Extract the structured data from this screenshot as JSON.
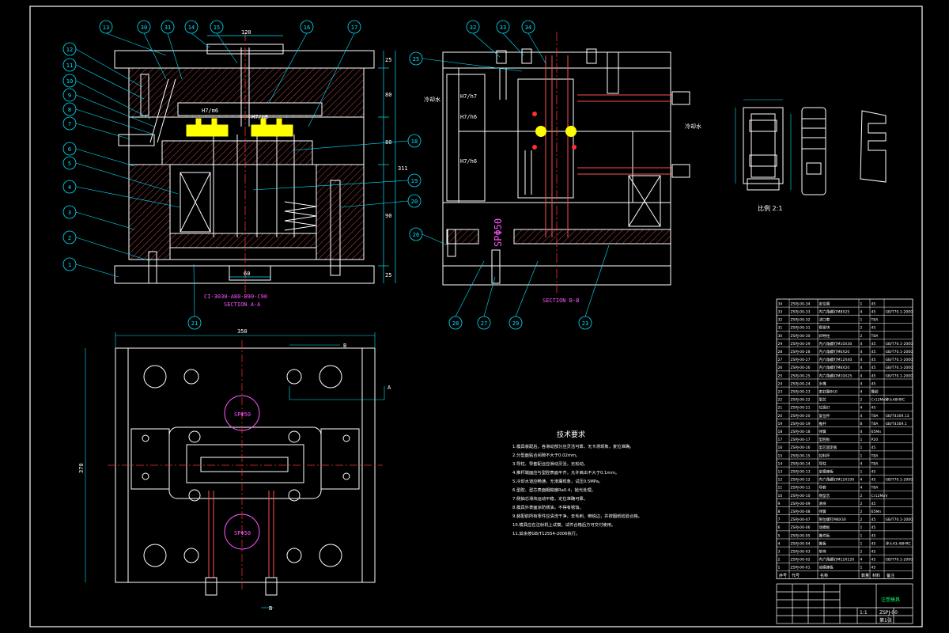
{
  "section_a": {
    "caption": "SECTION A-A",
    "subcaption": "CI-3030-A80-B90-C90",
    "balloons": [
      "13",
      "30",
      "31",
      "14",
      "15",
      "16",
      "17",
      "12",
      "11",
      "10",
      "9",
      "8",
      "7",
      "6",
      "5",
      "4",
      "3",
      "2",
      "1",
      "18",
      "19",
      "20",
      "21"
    ],
    "dims": {
      "top": "120",
      "bottom": "60",
      "h1": "25",
      "h2": "80",
      "h3": "80",
      "h4": "90",
      "h5": "25",
      "total": "311"
    },
    "fits": [
      "H7/m6",
      "H7/m6"
    ]
  },
  "section_b": {
    "caption": "SECTION B-B",
    "balloons": [
      "32",
      "33",
      "34",
      "25",
      "26",
      "28",
      "27",
      "29",
      "23"
    ],
    "fits": [
      "H7/h7",
      "H7/h6",
      "H7/h6"
    ],
    "label_left": "冷却水",
    "label_right": "冷却水",
    "spru_mark": "SPΦ50"
  },
  "plan_view": {
    "width_dim": "350",
    "height_dim": "370",
    "sp_upper": "SPΦ50",
    "sp_lower": "SPΦ50",
    "arrow_b": "B",
    "arrow_a": "A"
  },
  "part_detail": {
    "scale_note": "比例 2:1"
  },
  "tech_requirements": {
    "title": "技术要求",
    "lines": [
      "1.模具装配后，各滑动部分应灵活可靠，无卡滞现象，复位准确。",
      "2.分型面贴合间隙不大于0.02mm。",
      "3.导柱、导套配合应滑动灵活，无松动。",
      "4.推杆端面应与型腔表面平齐，允许高出不大于0.1mm。",
      "5.冷却水道应畅通，无渗漏现象，试压0.5MPa。",
      "6.型腔、型芯表面粗糙度Ra0.4，抛光处理。",
      "7.侧抽芯滑块运动平稳，定位准确可靠。",
      "8.模具外表面涂防锈油，不得有锈蚀。",
      "9.装配前所有零件应清洗干净，去毛刺、倒锐边，并按图纸检验合格。",
      "10.模具应在注射机上试模，试件合格后方可交付使用。",
      "11.其余按GB/T12554-2006执行。"
    ]
  },
  "parts_list": {
    "rows": [
      [
        "34",
        "ZSPJ-00-34",
        "定位圈",
        "1",
        "45",
        ""
      ],
      [
        "33",
        "ZSPJ-00-33",
        "内六角螺钉M8X25",
        "4",
        "45",
        "GB/T70.1-2000"
      ],
      [
        "32",
        "ZSPJ-00-32",
        "浇口套",
        "1",
        "T8A",
        ""
      ],
      [
        "31",
        "ZSPJ-00-31",
        "楔紧块",
        "2",
        "45",
        ""
      ],
      [
        "30",
        "ZSPJ-00-30",
        "斜导柱",
        "2",
        "T8A",
        ""
      ],
      [
        "29",
        "ZSPJ-00-29",
        "内六角螺钉M10X30",
        "4",
        "45",
        "GB/T70.1-2000"
      ],
      [
        "28",
        "ZSPJ-00-28",
        "内六角螺钉M6X20",
        "4",
        "45",
        "GB/T70.1-2000"
      ],
      [
        "27",
        "ZSPJ-00-27",
        "内六角螺钉M12X40",
        "4",
        "45",
        "GB/T70.1-2000"
      ],
      [
        "26",
        "ZSPJ-00-26",
        "内六角螺钉M8X20",
        "4",
        "45",
        "GB/T70.1-2000"
      ],
      [
        "25",
        "ZSPJ-00-25",
        "内六角螺钉M10X25",
        "4",
        "45",
        "GB/T70.1-2000"
      ],
      [
        "24",
        "ZSPJ-00-24",
        "水嘴",
        "4",
        "45",
        ""
      ],
      [
        "23",
        "ZSPJ-00-23",
        "密封圈Φ10",
        "4",
        "橡胶",
        ""
      ],
      [
        "22",
        "ZSPJ-00-22",
        "型芯",
        "2",
        "Cr12MoV",
        "淬火48HRC"
      ],
      [
        "21",
        "ZSPJ-00-21",
        "垃圾钉",
        "4",
        "45",
        ""
      ],
      [
        "20",
        "ZSPJ-00-20",
        "复位杆",
        "4",
        "T8A",
        "GB/T4169.13"
      ],
      [
        "19",
        "ZSPJ-00-19",
        "推杆",
        "8",
        "T8A",
        "GB/T4169.1"
      ],
      [
        "18",
        "ZSPJ-00-18",
        "弹簧",
        "4",
        "65Mn",
        ""
      ],
      [
        "17",
        "ZSPJ-00-17",
        "型腔板",
        "1",
        "P20",
        ""
      ],
      [
        "16",
        "ZSPJ-00-16",
        "型芯固定板",
        "1",
        "45",
        ""
      ],
      [
        "15",
        "ZSPJ-00-15",
        "拉料杆",
        "1",
        "T8A",
        ""
      ],
      [
        "14",
        "ZSPJ-00-14",
        "导柱",
        "4",
        "T8A",
        ""
      ],
      [
        "13",
        "ZSPJ-00-13",
        "定模座板",
        "1",
        "45",
        ""
      ],
      [
        "12",
        "ZSPJ-00-12",
        "内六角螺钉M12X100",
        "4",
        "45",
        "GB/T70.1-2000"
      ],
      [
        "11",
        "ZSPJ-00-11",
        "导套",
        "4",
        "T8A",
        ""
      ],
      [
        "10",
        "ZSPJ-00-10",
        "侧型芯",
        "2",
        "Cr12MoV",
        ""
      ],
      [
        "9",
        "ZSPJ-00-09",
        "滑块",
        "2",
        "45",
        ""
      ],
      [
        "8",
        "ZSPJ-00-08",
        "弹簧",
        "2",
        "65Mn",
        ""
      ],
      [
        "7",
        "ZSPJ-00-07",
        "限位螺钉M8X30",
        "2",
        "45",
        "GB/T70.1-2000"
      ],
      [
        "6",
        "ZSPJ-00-06",
        "动模板",
        "1",
        "45",
        ""
      ],
      [
        "5",
        "ZSPJ-00-05",
        "推件板",
        "1",
        "45",
        ""
      ],
      [
        "4",
        "ZSPJ-00-04",
        "推板",
        "1",
        "45",
        "淬火43-48HRC"
      ],
      [
        "3",
        "ZSPJ-00-03",
        "垫块",
        "2",
        "45",
        ""
      ],
      [
        "2",
        "ZSPJ-00-02",
        "内六角螺钉M12X120",
        "4",
        "45",
        "GB/T70.1-2000"
      ],
      [
        "1",
        "ZSPJ-00-01",
        "动模座板",
        "1",
        "45",
        ""
      ]
    ],
    "header": [
      "序号",
      "代号",
      "名称",
      "数量",
      "材料",
      "备注"
    ]
  },
  "title_block": {
    "drawing_name": "注塑模具",
    "drawing_no": "ZSPJ-00",
    "scale": "1:1",
    "sheet": "第1张"
  },
  "colors": {
    "outline": "#ffffff",
    "dimension": "#00e5ff",
    "hatch": "#e05050",
    "part": "#ffff00",
    "center": "#ff3030",
    "balloon": "#00e5ff",
    "label": "#ff55ff"
  }
}
